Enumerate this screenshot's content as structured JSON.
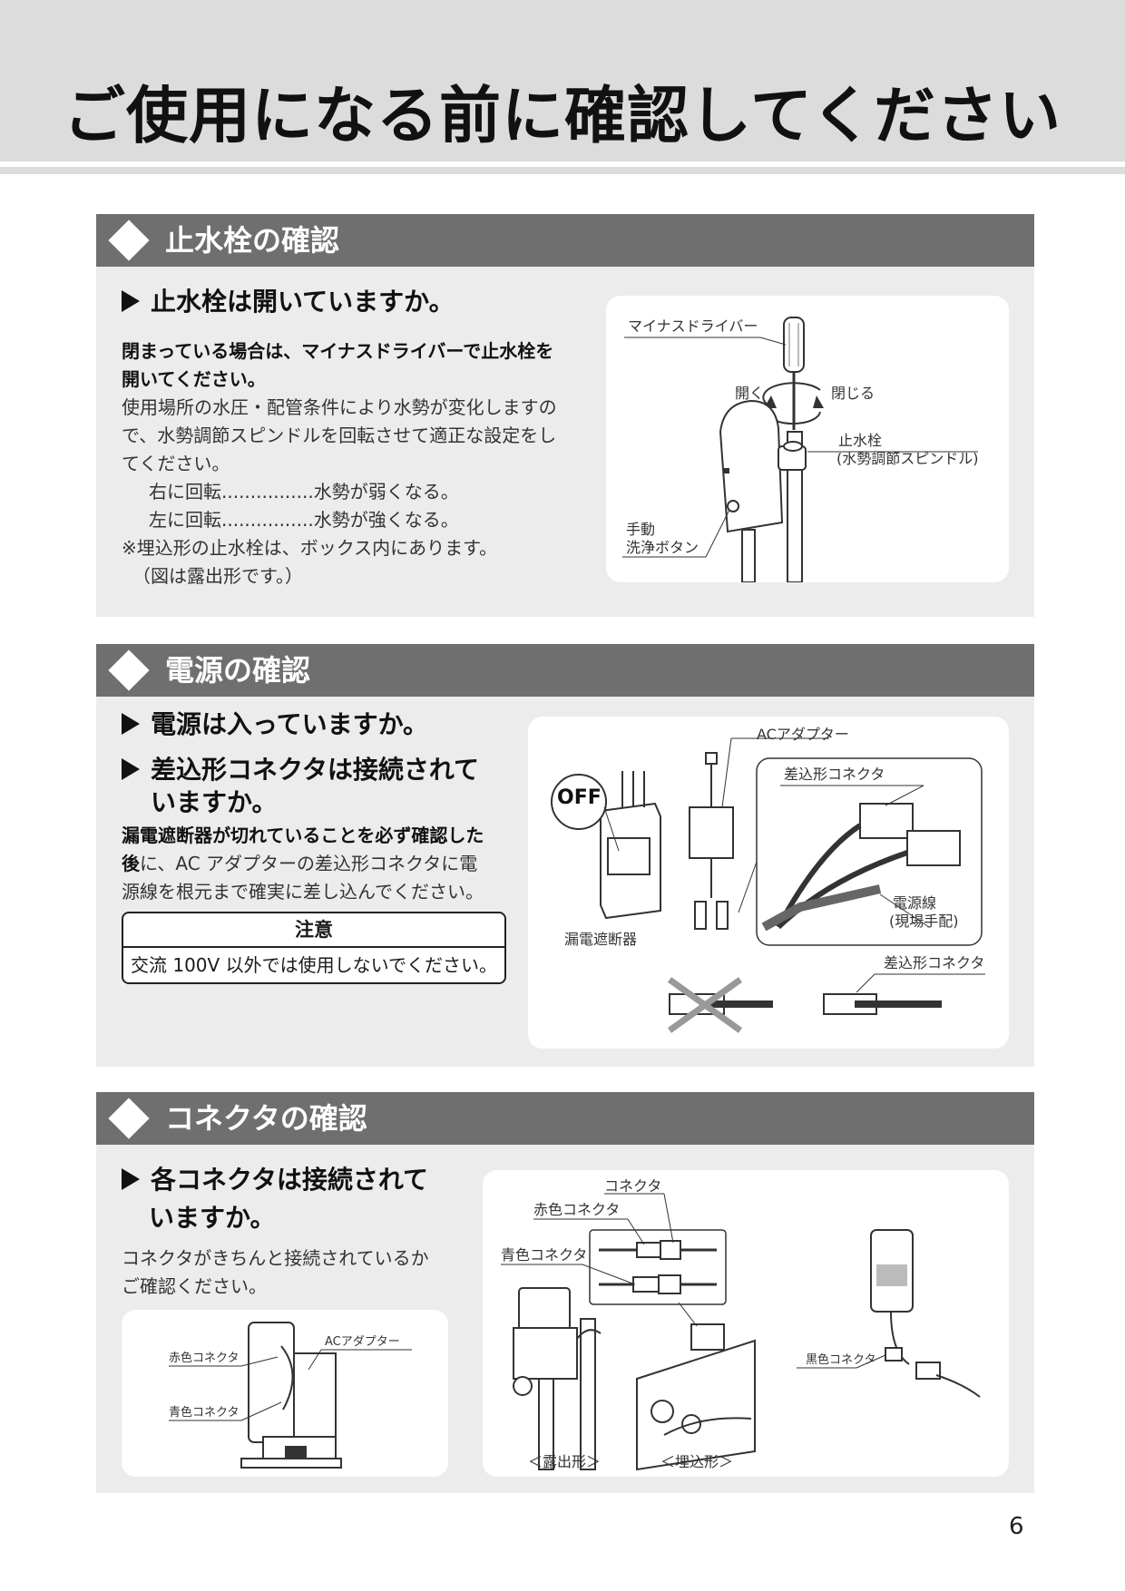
{
  "page": {
    "title": "ご使用になる前に確認してください",
    "number": "6"
  },
  "sections": {
    "valve": {
      "heading": "止水栓の確認",
      "question": "止水栓は開いていますか。",
      "bold_text_line1": "閉まっている場合は、マイナスドライバーで止水栓を",
      "bold_text_line2": "開いてください。",
      "body_line1": "使用場所の水圧・配管条件により水勢が変化しますの",
      "body_line2": "で、水勢調節スピンドルを回転させて適正な設定をし",
      "body_line3": "てください。",
      "rotate_right": "右に回転................水勢が弱くなる。",
      "rotate_left": "左に回転................水勢が強くなる。",
      "note_line1": "※埋込形の止水栓は、ボックス内にあります。",
      "note_line2": "（図は露出形です。）",
      "figure": {
        "screwdriver": "マイナスドライバー",
        "open": "開く",
        "close": "閉じる",
        "valve_line1": "止水栓",
        "valve_line2": "(水勢調節スピンドル)",
        "manual_line1": "手動",
        "manual_line2": "洗浄ボタン"
      }
    },
    "power": {
      "heading": "電源の確認",
      "question1": "電源は入っていますか。",
      "question2_line1": "差込形コネクタは接続されて",
      "question2_line2": "いますか。",
      "bold_text_line1": "漏電遮断器が切れていることを必ず確認した",
      "text_line2_bold": "後",
      "text_line2_rest": "に、AC アダプターの差込形コネクタに電",
      "text_line3": "源線を根元まで確実に差し込んでください。",
      "caution_title": "注意",
      "caution_text": "交流 100V 以外では使用しないでください。",
      "figure": {
        "off": "OFF",
        "ac_adapter": "ACアダプター",
        "plug_connector": "差込形コネクタ",
        "breaker": "漏電遮断器",
        "power_line1": "電源線",
        "power_line2": "(現場手配)",
        "plug_connector2": "差込形コネクタ"
      }
    },
    "connector": {
      "heading": "コネクタの確認",
      "question_line1": "各コネクタは接続されて",
      "question_line2": "いますか。",
      "body_line1": "コネクタがきちんと接続されているか",
      "body_line2": "ご確認ください。",
      "figure_left": {
        "ac_adapter": "ACアダプター",
        "red_connector": "赤色コネクタ",
        "blue_connector": "青色コネクタ"
      },
      "figure_right": {
        "connector": "コネクタ",
        "red_connector": "赤色コネクタ",
        "blue_connector": "青色コネクタ",
        "black_connector": "黒色コネクタ",
        "exposed": "＜露出形＞",
        "embedded": "＜埋込形＞"
      }
    }
  }
}
